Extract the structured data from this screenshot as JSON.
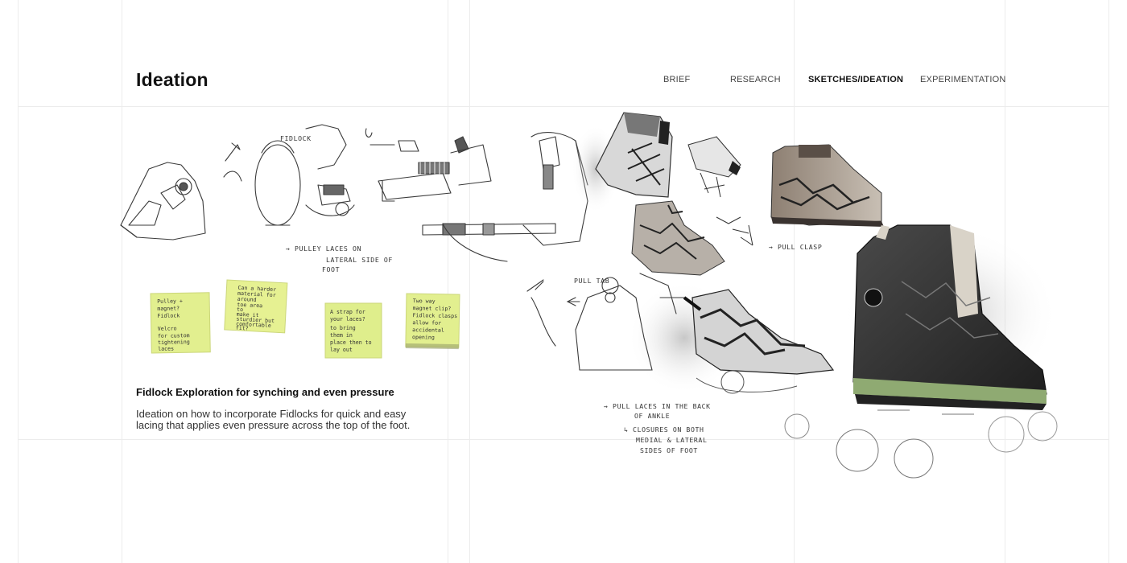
{
  "header": {
    "title": "Ideation"
  },
  "nav": {
    "items": [
      {
        "label": "BRIEF",
        "active": false
      },
      {
        "label": "RESEARCH",
        "active": false
      },
      {
        "label": "SKETCHES/IDEATION",
        "active": true
      },
      {
        "label": "EXPERIMENTATION",
        "active": false
      }
    ]
  },
  "caption": {
    "title": "Fidlock Exploration for synching and even pressure",
    "body": "Ideation on how to incorporate Fidlocks for quick and easy lacing that applies even pressure across the top of the foot."
  },
  "sketch_notes": {
    "pulley_note": [
      "→ PULLEY LACES ON",
      "LATERAL SIDE OF",
      "FOOT"
    ],
    "pull_clasp": "→ PULL CLASP",
    "back_note": [
      "→ PULL LACES IN THE BACK",
      "OF ANKLE",
      "↳ CLOSURES ON BOTH",
      "MEDIAL & LATERAL",
      "SIDES OF FOOT"
    ],
    "fidlock_label": "FIDLOCK",
    "pull_tab_label": "PULL TAB"
  },
  "sticky_notes": [
    {
      "lines": [
        "Pulley +",
        "magnet?",
        "Fidlock",
        "",
        "Velcro",
        "for custom",
        "tightening",
        "laces"
      ],
      "color": "#e2ef8f"
    },
    {
      "lines": [
        "Can a harder",
        "material for",
        "around",
        "toe area",
        "to",
        "make it",
        "sturdier but",
        "comfortable",
        "fit?"
      ],
      "color": "#e6f192"
    },
    {
      "lines": [
        "A strap for",
        "your laces?",
        "to bring",
        "them in",
        "place then to",
        "lay out"
      ],
      "color": "#dfee8c"
    },
    {
      "lines": [
        "Two way",
        "magnet clip?",
        "Fidlock clasps",
        "allow for",
        "accidental",
        "opening"
      ],
      "color": "#e2ef8f"
    }
  ],
  "colors": {
    "grid_line": "#ececec",
    "sticky_note": "#e2ef8f",
    "render_dark": "#2b2b2b",
    "render_sole": "#8faa72"
  }
}
